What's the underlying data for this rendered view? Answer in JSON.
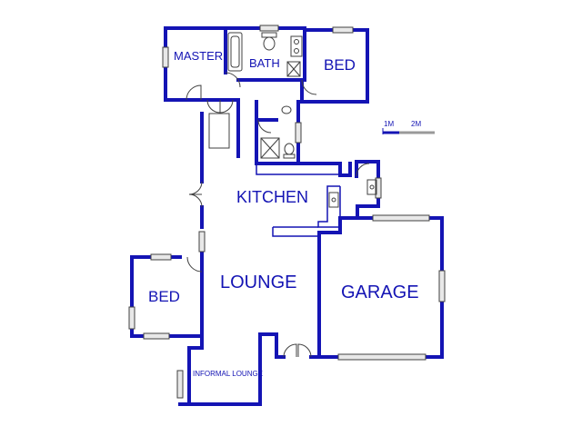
{
  "colors": {
    "wall": "#1414b4",
    "fixture": "#404040",
    "window_fill": "#e8e8e8",
    "scale_grey": "#999999"
  },
  "rooms": {
    "master": "MASTER",
    "bath": "BATH",
    "bed_top": "BED",
    "kitchen": "KITCHEN",
    "lounge": "LOUNGE",
    "garage": "GARAGE",
    "bed_left": "BED",
    "informal_lounge": "INFORMAL LOUNGE"
  },
  "scale": {
    "label_1": "1M",
    "label_2": "2M"
  }
}
